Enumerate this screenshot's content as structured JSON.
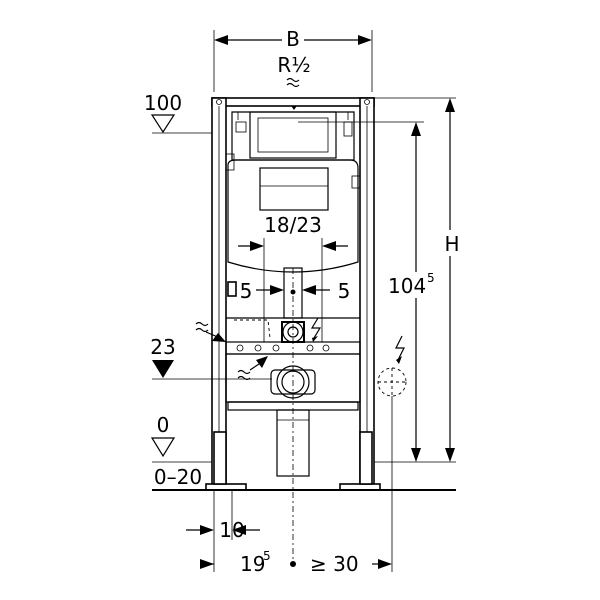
{
  "dimensions": {
    "width_label": "B",
    "water_connection": "R½",
    "level_top": "100",
    "height_label": "H",
    "height_value": "104",
    "height_value_sup": "5",
    "flush_spacing": "18/23",
    "offset_left": "5",
    "offset_right": "5",
    "level_mid": "23",
    "level_floor": "0",
    "floor_range": "0–20",
    "bottom_offset": "10",
    "axis_offset": "19",
    "axis_offset_sup": "5",
    "min_distance": "≥ 30"
  },
  "icons": {
    "water": "water-wave-icon",
    "electric": "electric-bolt-icon"
  }
}
